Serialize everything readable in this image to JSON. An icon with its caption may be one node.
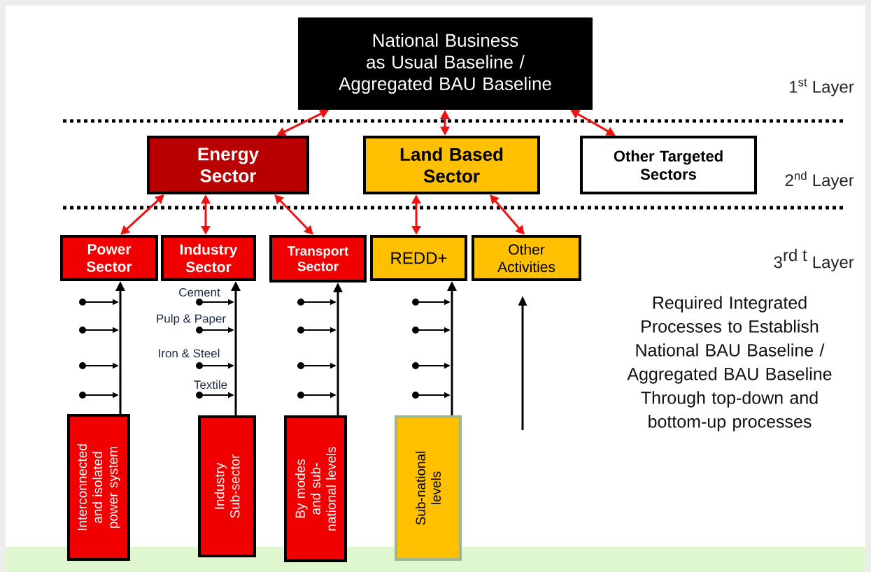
{
  "diagram": {
    "nodes": [
      {
        "text": [
          "National Business as Usual Baseline / Aggregated BAU Baseline"
        ]
      },
      {
        "text": [
          "Energy Sector"
        ]
      },
      {
        "text": [
          "Land Based Sector"
        ]
      },
      {
        "text": [
          "Other Targeted Sectors"
        ]
      },
      {
        "text": [
          "Power Sector"
        ]
      },
      {
        "text": [
          "Industry Sector"
        ]
      },
      {
        "text": [
          "Transport Sector"
        ]
      },
      {
        "text": [
          "REDD+"
        ]
      },
      {
        "text": [
          "Other Activities"
        ]
      },
      {
        "text": [
          "Interconnected and isolated power system"
        ]
      },
      {
        "text": [
          "Industry Sub-sector"
        ]
      },
      {
        "text": [
          "By modes and sub-national levels"
        ]
      },
      {
        "text": [
          "Sub-national levels"
        ]
      }
    ],
    "edges": [
      {
        "from": 0,
        "to": 1,
        "arrow": "both"
      },
      {
        "from": 0,
        "to": 2,
        "arrow": "both"
      },
      {
        "from": 0,
        "to": 3,
        "arrow": "both"
      },
      {
        "from": 1,
        "to": 4,
        "arrow": "both"
      },
      {
        "from": 1,
        "to": 5,
        "arrow": "both"
      },
      {
        "from": 1,
        "to": 6,
        "arrow": "both"
      },
      {
        "from": 2,
        "to": 7,
        "arrow": "both"
      },
      {
        "from": 2,
        "to": 8,
        "arrow": "both"
      },
      {
        "from": 9,
        "to": 4,
        "arrow": "to",
        "color": "#000000"
      },
      {
        "from": 10,
        "to": 5,
        "arrow": "to",
        "color": "#000000"
      },
      {
        "from": 11,
        "to": 6,
        "arrow": "to",
        "color": "#000000"
      },
      {
        "from": 12,
        "to": 7,
        "arrow": "to",
        "color": "#000000"
      }
    ],
    "labels": [
      "1$^{st}$ Layer",
      "2$^{nd}$ Layer",
      "\\mbox{3}^{\\mbox{rd t}}\\mbox{ Layer}",
      "Cement",
      "Pulp & Paper",
      "Iron & Steel",
      "Textile",
      "Required Integrated Processes to Establish National BAU Baseline / Aggregated BAU Baseline Through top-down and bottom-up processes"
    ]
  }
}
